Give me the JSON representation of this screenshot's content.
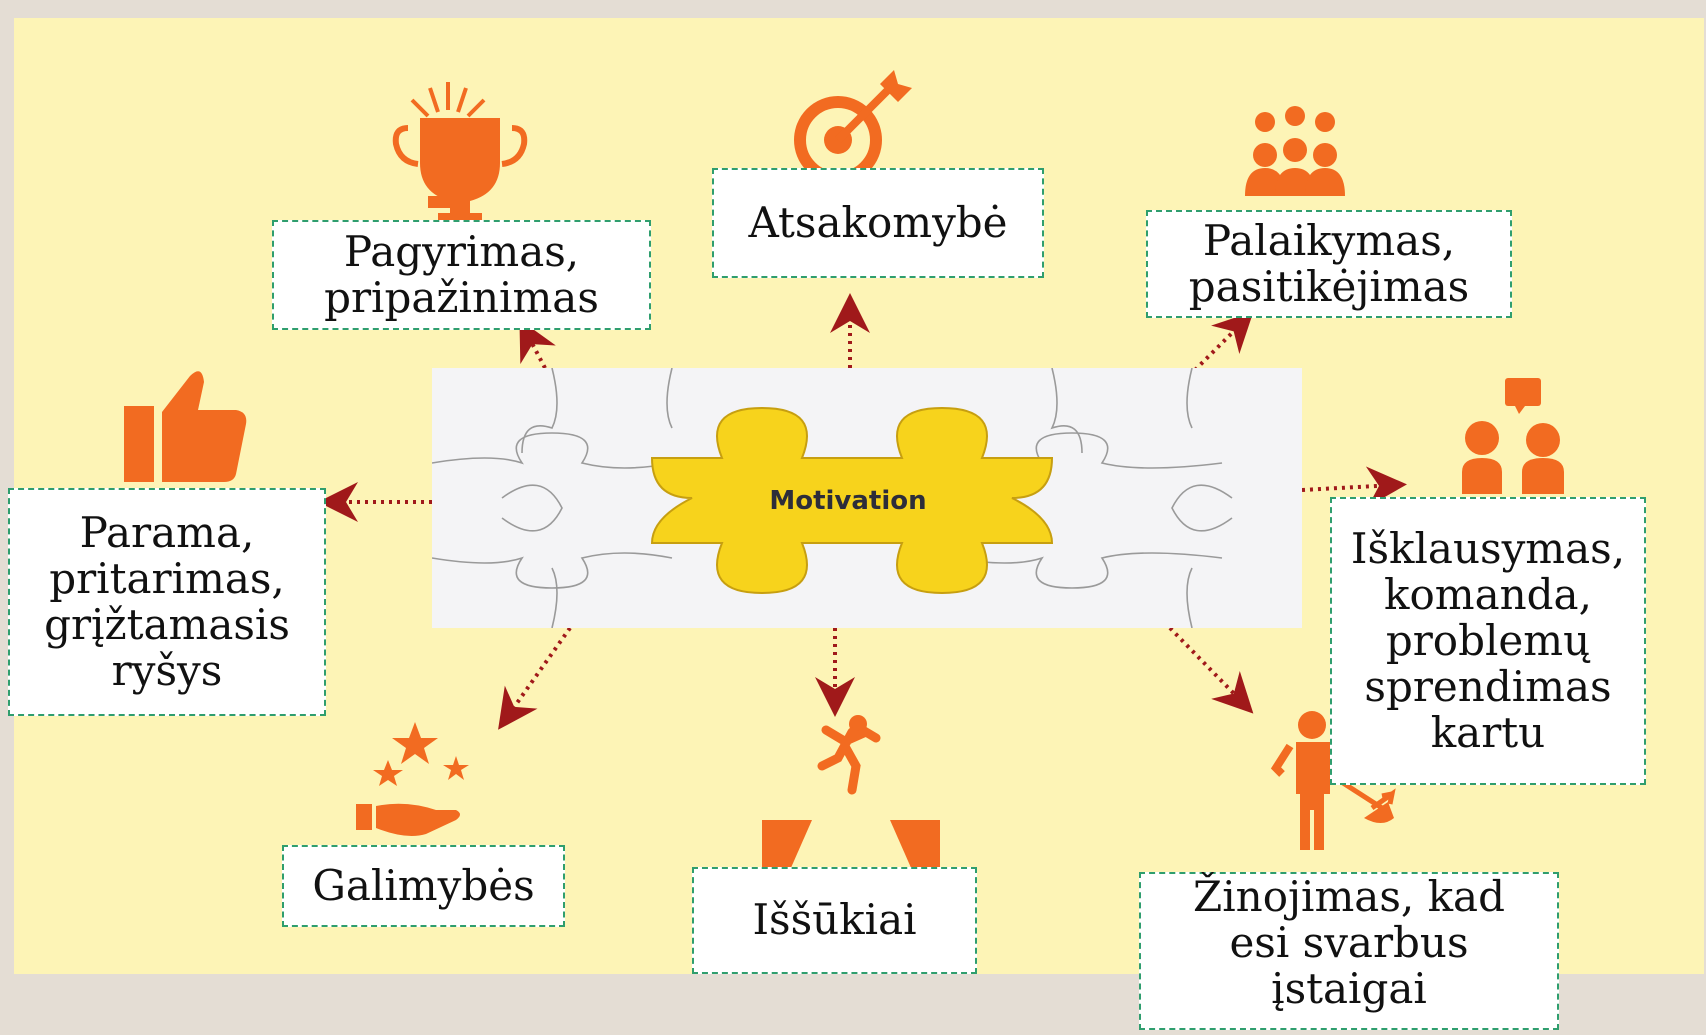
{
  "center": {
    "word": "Motivation"
  },
  "labels": {
    "pagyrimas": [
      "Pagyrimas,",
      "pripažinimas"
    ],
    "atsakomybe": [
      "Atsakomybė"
    ],
    "palaikymas": [
      "Palaikymas,",
      "pasitikėjimas"
    ],
    "parama": [
      "Parama,",
      "pritarimas,",
      "grįžtamasis",
      "ryšys"
    ],
    "isklausymas": [
      "Išklausymas,",
      "komanda,",
      "problemų",
      "sprendimas",
      "kartu"
    ],
    "galimybes": [
      "Galimybės"
    ],
    "issukiai": [
      "Iššūkiai"
    ],
    "zinojimas": [
      "Žinojimas, kad",
      "esi svarbus",
      "įstaigai"
    ]
  },
  "icons": [
    "trophy-icon",
    "target-icon",
    "team-icon",
    "thumbs-up-icon",
    "chat-people-icon",
    "stars-hand-icon",
    "jump-gap-icon",
    "person-dig-icon"
  ],
  "colors": {
    "icon": "#f26b21",
    "arrow": "#a0191a",
    "panel": "#fdf4b6",
    "border": "#2f9e6e",
    "puzzle_piece": "#f7d31c"
  }
}
